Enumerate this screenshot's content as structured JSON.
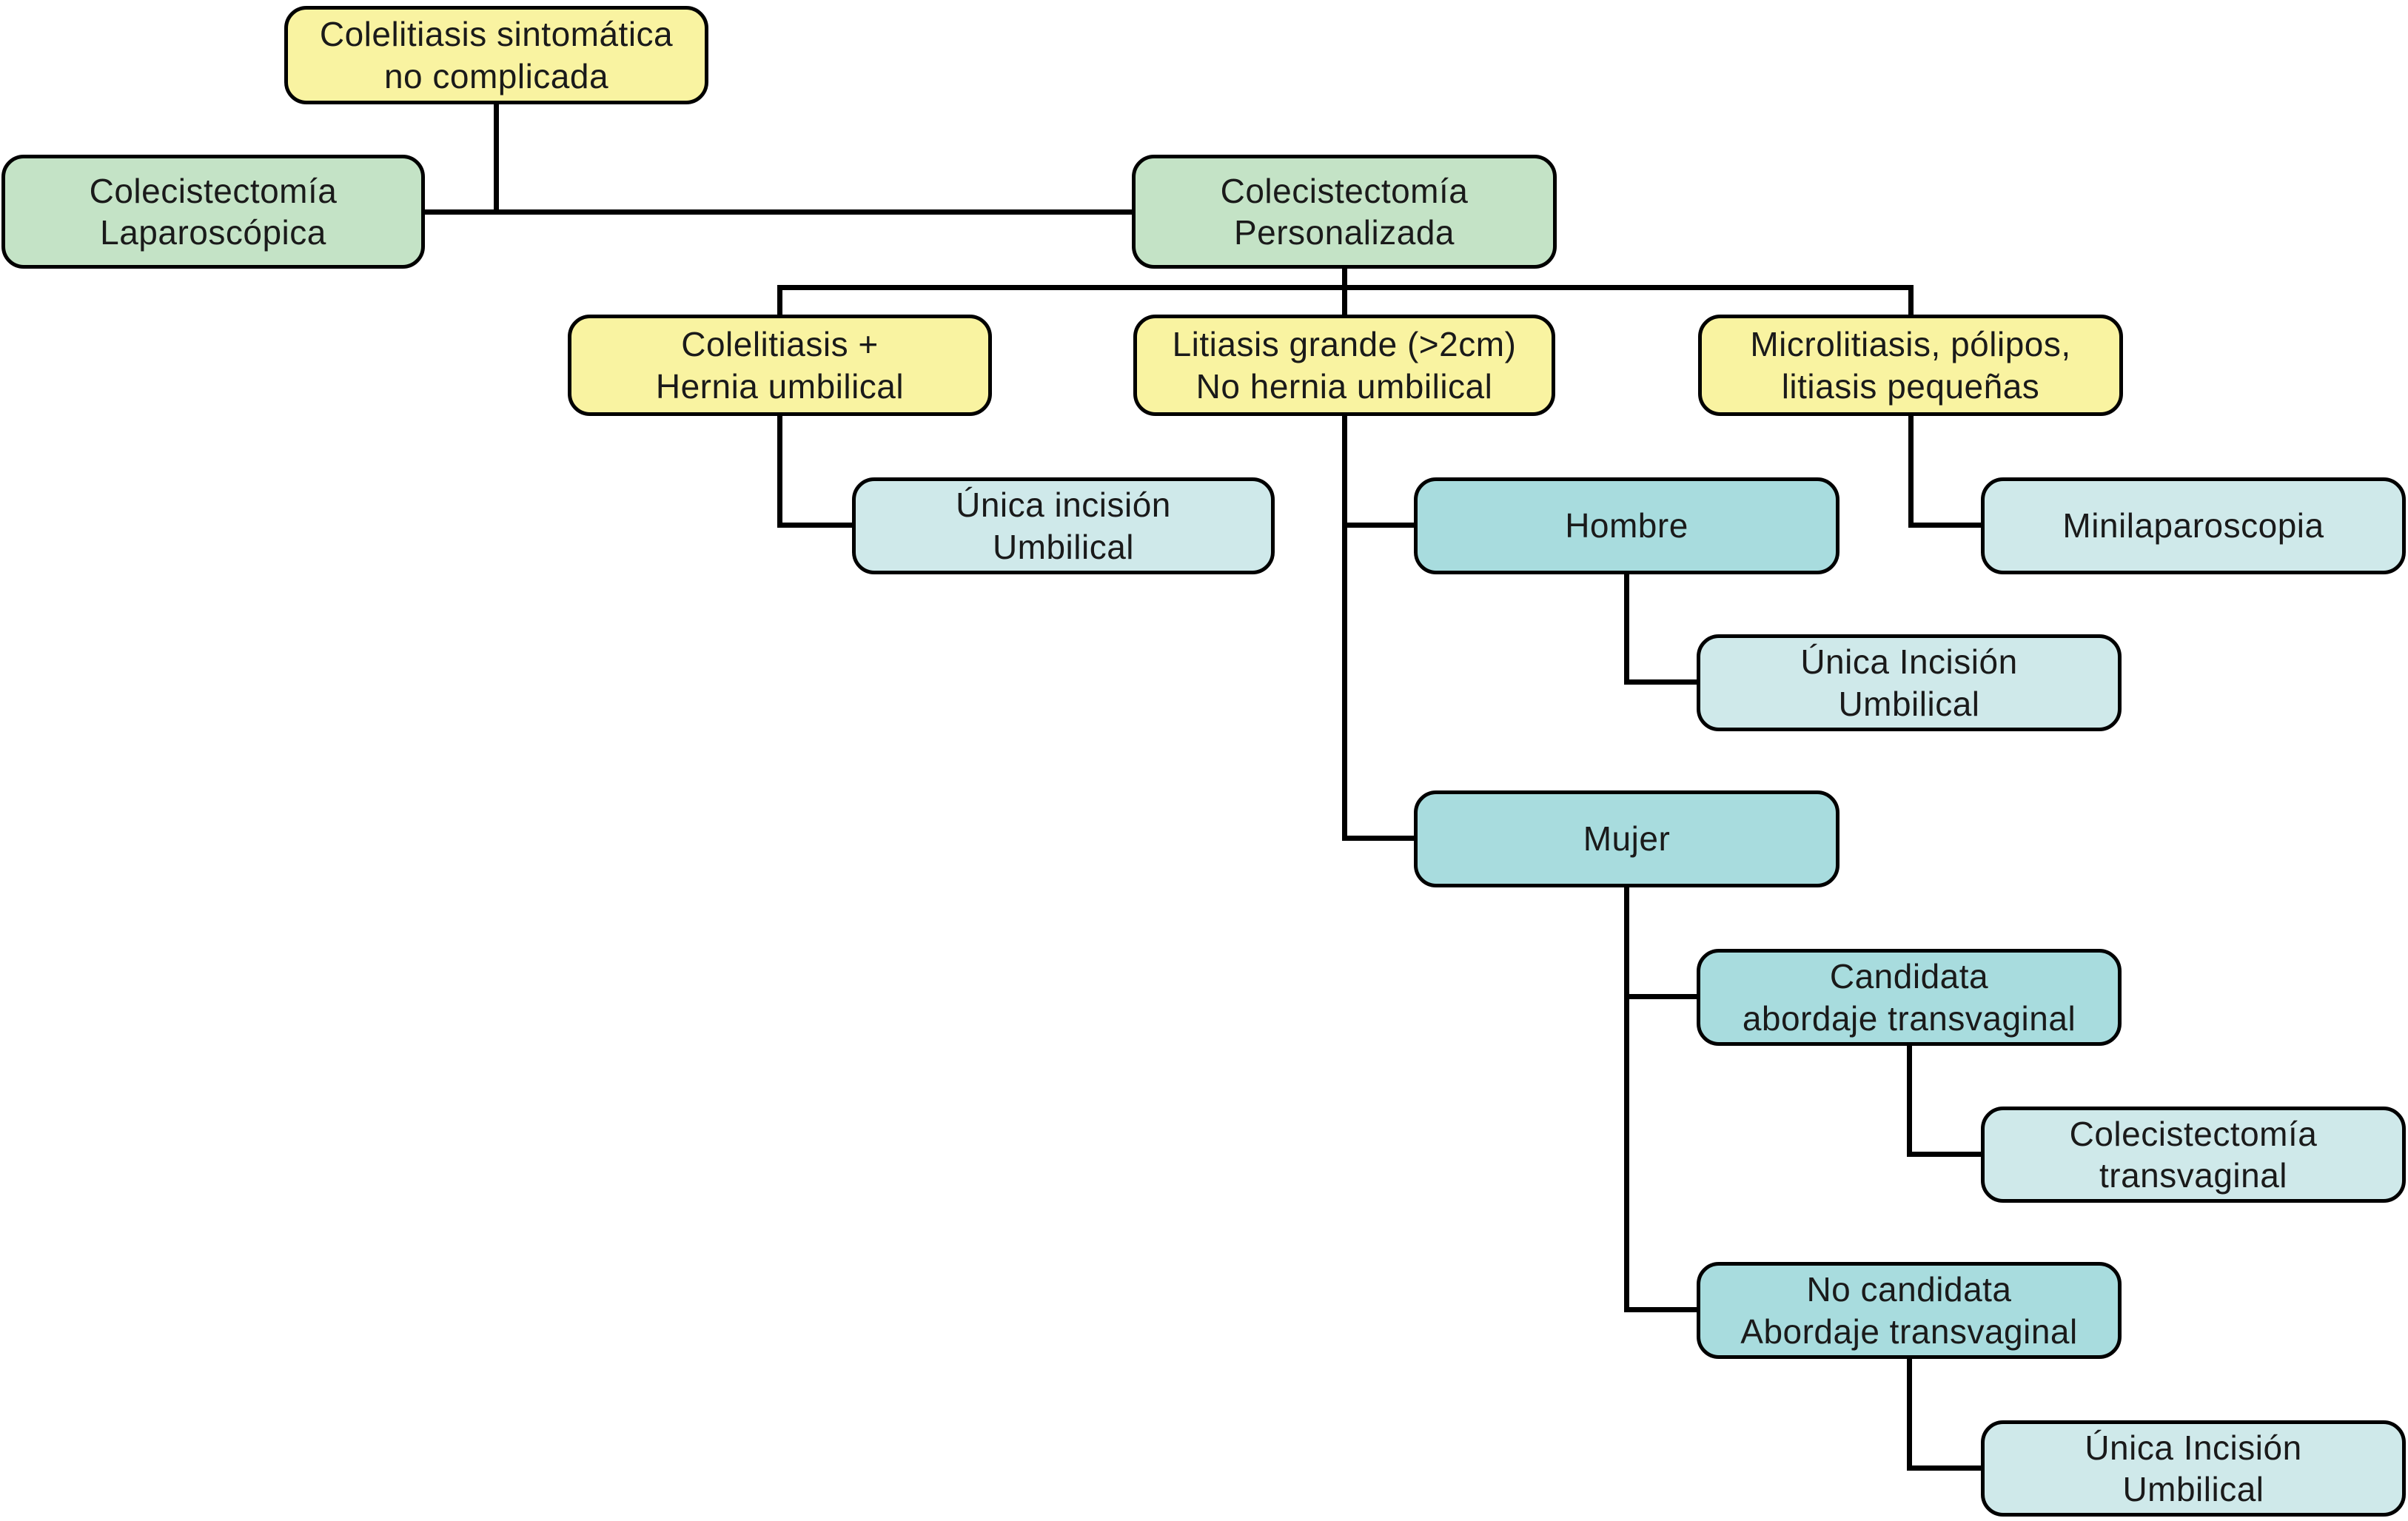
{
  "diagram": {
    "type": "flowchart",
    "palette": {
      "yellow": "#f9f3a1",
      "green": "#c4e3c6",
      "teal": "#a8dcde",
      "light_blue": "#cfe9ea",
      "line": "#000000",
      "text": "#1a1a1a",
      "background": "#ffffff"
    },
    "nodes": {
      "root": {
        "label": "Colelitiasis sintomática\nno complicada"
      },
      "laparoscopica": {
        "label": "Colecistectomía\nLaparoscópica"
      },
      "personalizada": {
        "label": "Colecistectomía\nPersonalizada"
      },
      "hernia_umbilical": {
        "label": "Colelitiasis +\nHernia umbilical"
      },
      "litiasis_grande": {
        "label": "Litiasis grande (>2cm)\nNo hernia umbilical"
      },
      "microlitiasis": {
        "label": "Microlitiasis, pólipos,\nlitiasis pequeñas"
      },
      "unica_incision_1": {
        "label": "Única incisión\nUmbilical"
      },
      "hombre": {
        "label": "Hombre"
      },
      "minilaparoscopia": {
        "label": "Minilaparoscopia"
      },
      "unica_incision_2": {
        "label": "Única Incisión\nUmbilical"
      },
      "mujer": {
        "label": "Mujer"
      },
      "candidata": {
        "label": "Candidata\nabordaje transvaginal"
      },
      "colecistectomia_transvaginal": {
        "label": "Colecistectomía\ntransvaginal"
      },
      "no_candidata": {
        "label": "No candidata\nAbordaje transvaginal"
      },
      "unica_incision_3": {
        "label": "Única Incisión\nUmbilical"
      }
    }
  }
}
